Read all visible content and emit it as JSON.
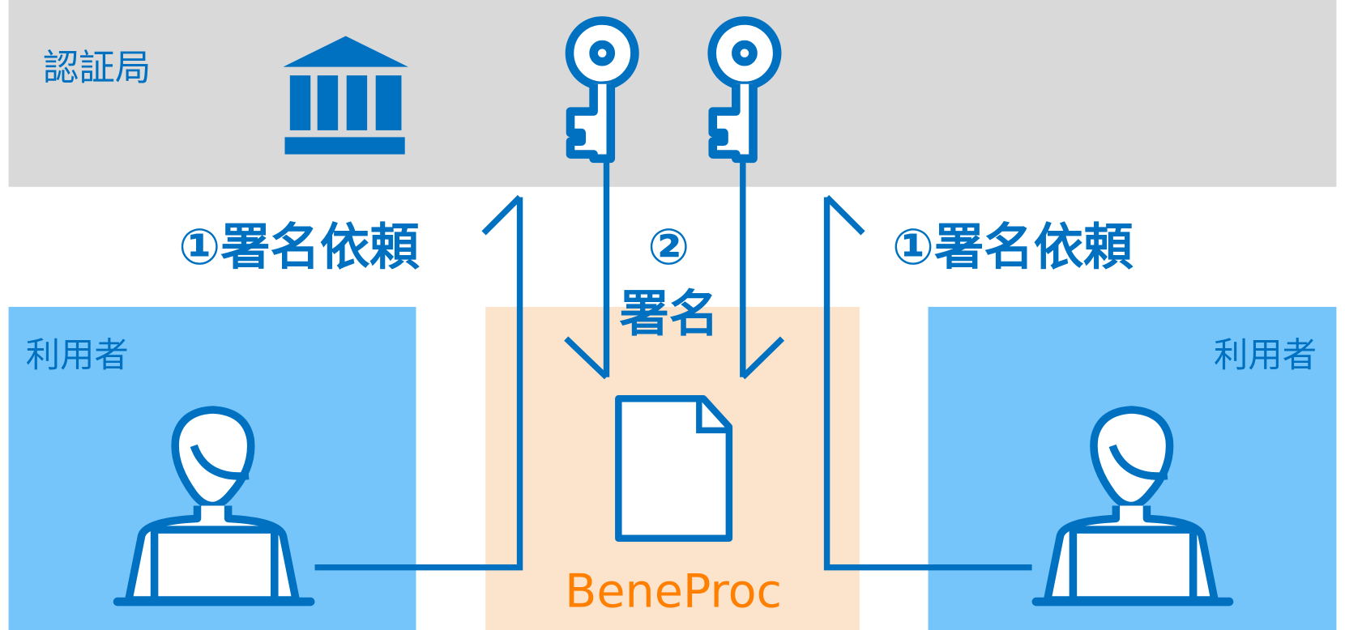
{
  "authority": {
    "label": "認証局",
    "icon": "bank-icon"
  },
  "keys": [
    {
      "icon": "key-icon"
    },
    {
      "icon": "key-icon"
    }
  ],
  "steps": {
    "request_left": "①署名依頼",
    "request_right": "①署名依頼",
    "sign_number": "②",
    "sign_label": "署名"
  },
  "users": [
    {
      "label": "利用者",
      "icon": "user-laptop-icon"
    },
    {
      "label": "利用者",
      "icon": "user-laptop-icon"
    }
  ],
  "service": {
    "label": "BeneProc",
    "icon": "document-icon"
  },
  "colors": {
    "primary": "#0070c0",
    "gray": "#d9d9d9",
    "user_box": "#75c5fb",
    "service_box": "#fce3cb",
    "brand": "#ff7f00"
  }
}
